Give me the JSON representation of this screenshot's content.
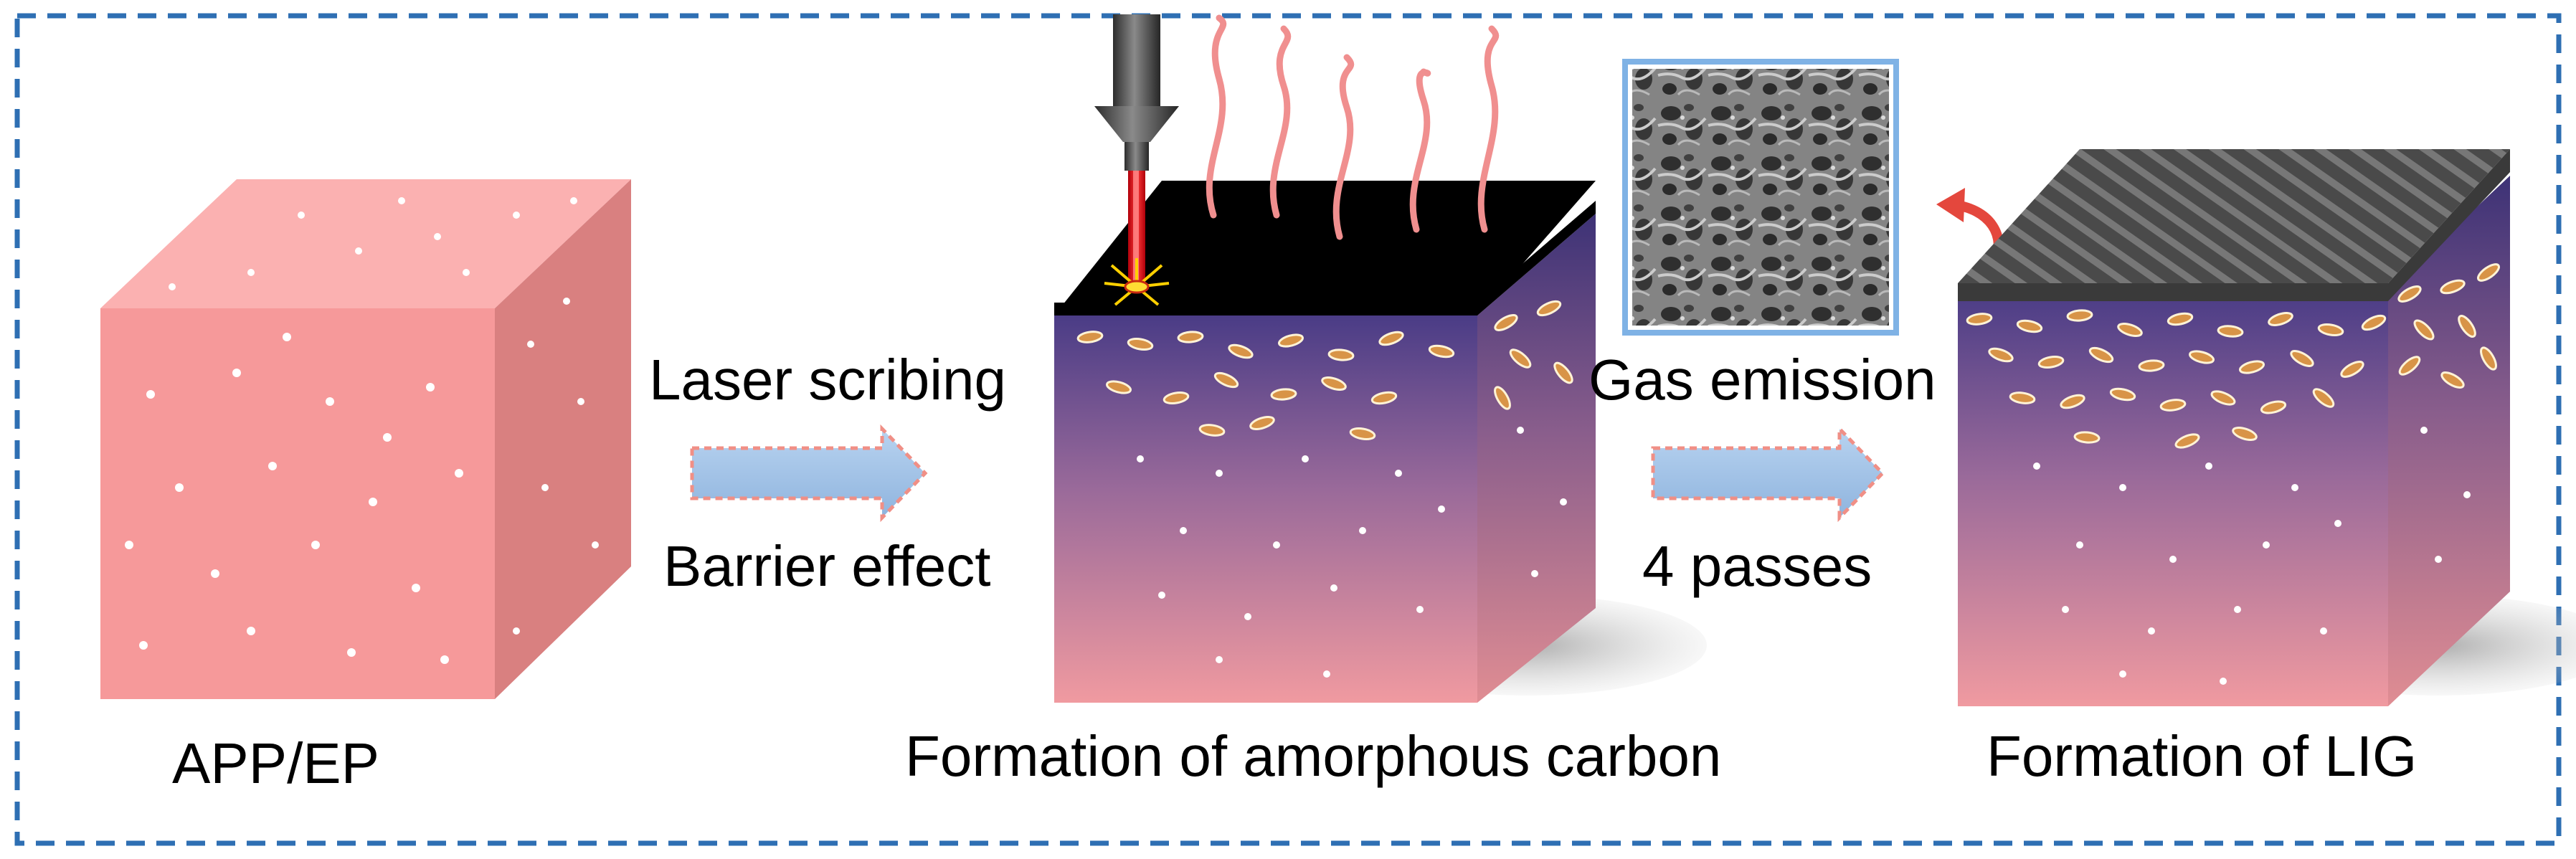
{
  "labels": {
    "app_ep": "APP/EP",
    "laser_scribing": "Laser scribing",
    "barrier_effect": "Barrier effect",
    "amorphous_carbon": "Formation of amorphous carbon",
    "gas_emission": "Gas emission",
    "passes": "4 passes",
    "lig": "Formation of LIG"
  },
  "colors": {
    "frame": "#2e6fb3",
    "pink_front": "#f6999a",
    "pink_top": "#fbb1b1",
    "pink_side": "#d98080",
    "purple": "#4a3c86",
    "arrow_fill": "#9ec0e6",
    "arrow_stroke": "#f08f86",
    "laser_red": "#e51e1e",
    "gas_wave": "#f08f8f",
    "carbon_top": "#000000",
    "lig_top": "#5a5a5a",
    "flake": "#d89447"
  },
  "icons": {
    "laser": "laser-nozzle-icon",
    "arrow": "process-arrow-icon",
    "sem": "sem-micrograph-icon"
  }
}
